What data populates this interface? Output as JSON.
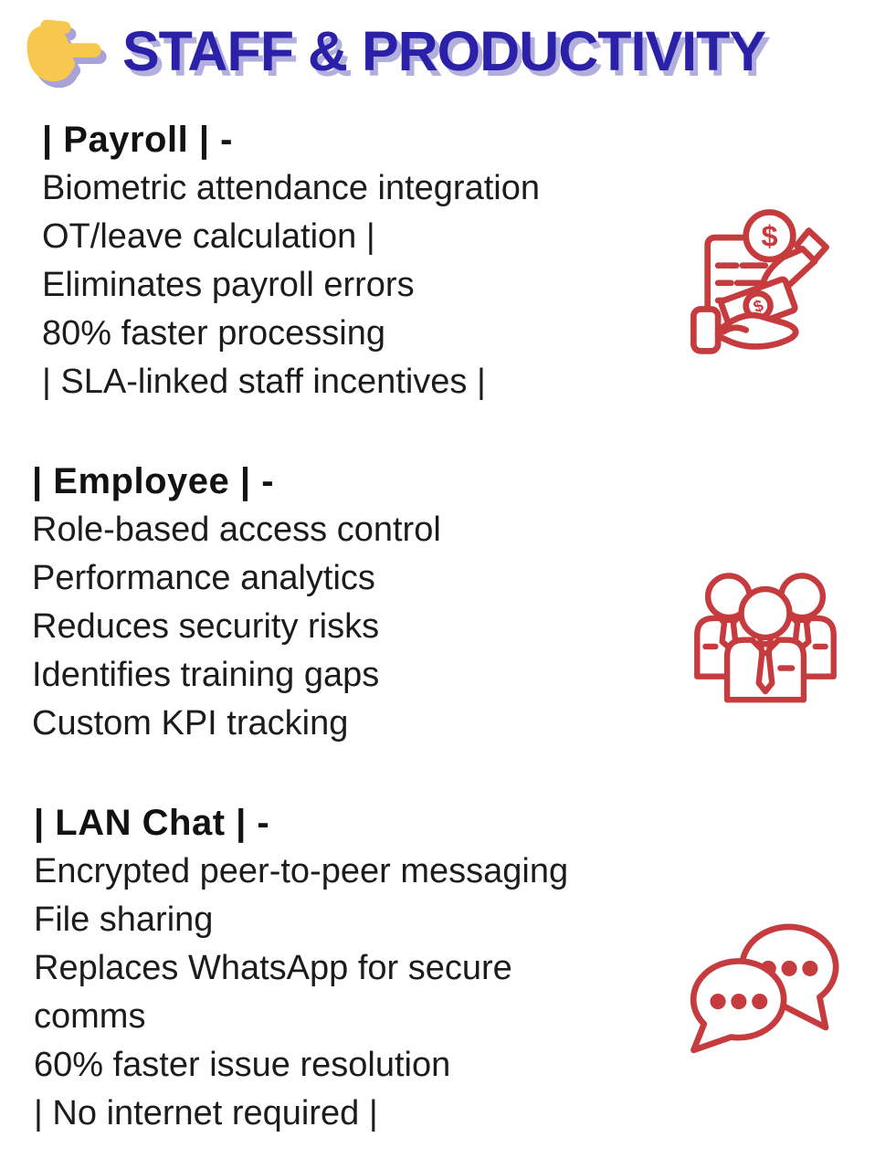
{
  "title": {
    "text": "STAFF & PRODUCTIVITY",
    "emoji_icon": "pointing-right-hand-icon"
  },
  "colors": {
    "title_blue": "#2b21a8",
    "title_shadow": "#b2aede",
    "icon_red": "#c53b3e",
    "body_text": "#1c1c1c",
    "emoji_yellow": "#f8c84e",
    "emoji_shadow": "#a8a3d6",
    "background": "#ffffff"
  },
  "sections": [
    {
      "id": "payroll",
      "header": "| Payroll | -",
      "icon": "payroll-money-hand-icon",
      "lines": [
        "Biometric attendance integration",
        "OT/leave calculation |",
        "Eliminates payroll errors",
        "80% faster processing",
        "| SLA-linked staff incentives |"
      ]
    },
    {
      "id": "employee",
      "header": "| Employee | -",
      "icon": "team-people-icon",
      "lines": [
        "Role-based access control",
        "Performance analytics",
        "Reduces security risks",
        "Identifies training gaps",
        "Custom KPI tracking"
      ]
    },
    {
      "id": "lan-chat",
      "header": "| LAN Chat | -",
      "icon": "chat-bubbles-icon",
      "lines": [
        "Encrypted peer-to-peer messaging",
        "File sharing",
        "Replaces WhatsApp for secure comms",
        "60% faster issue resolution",
        "| No internet required |"
      ]
    }
  ],
  "dollar_sign": "$"
}
